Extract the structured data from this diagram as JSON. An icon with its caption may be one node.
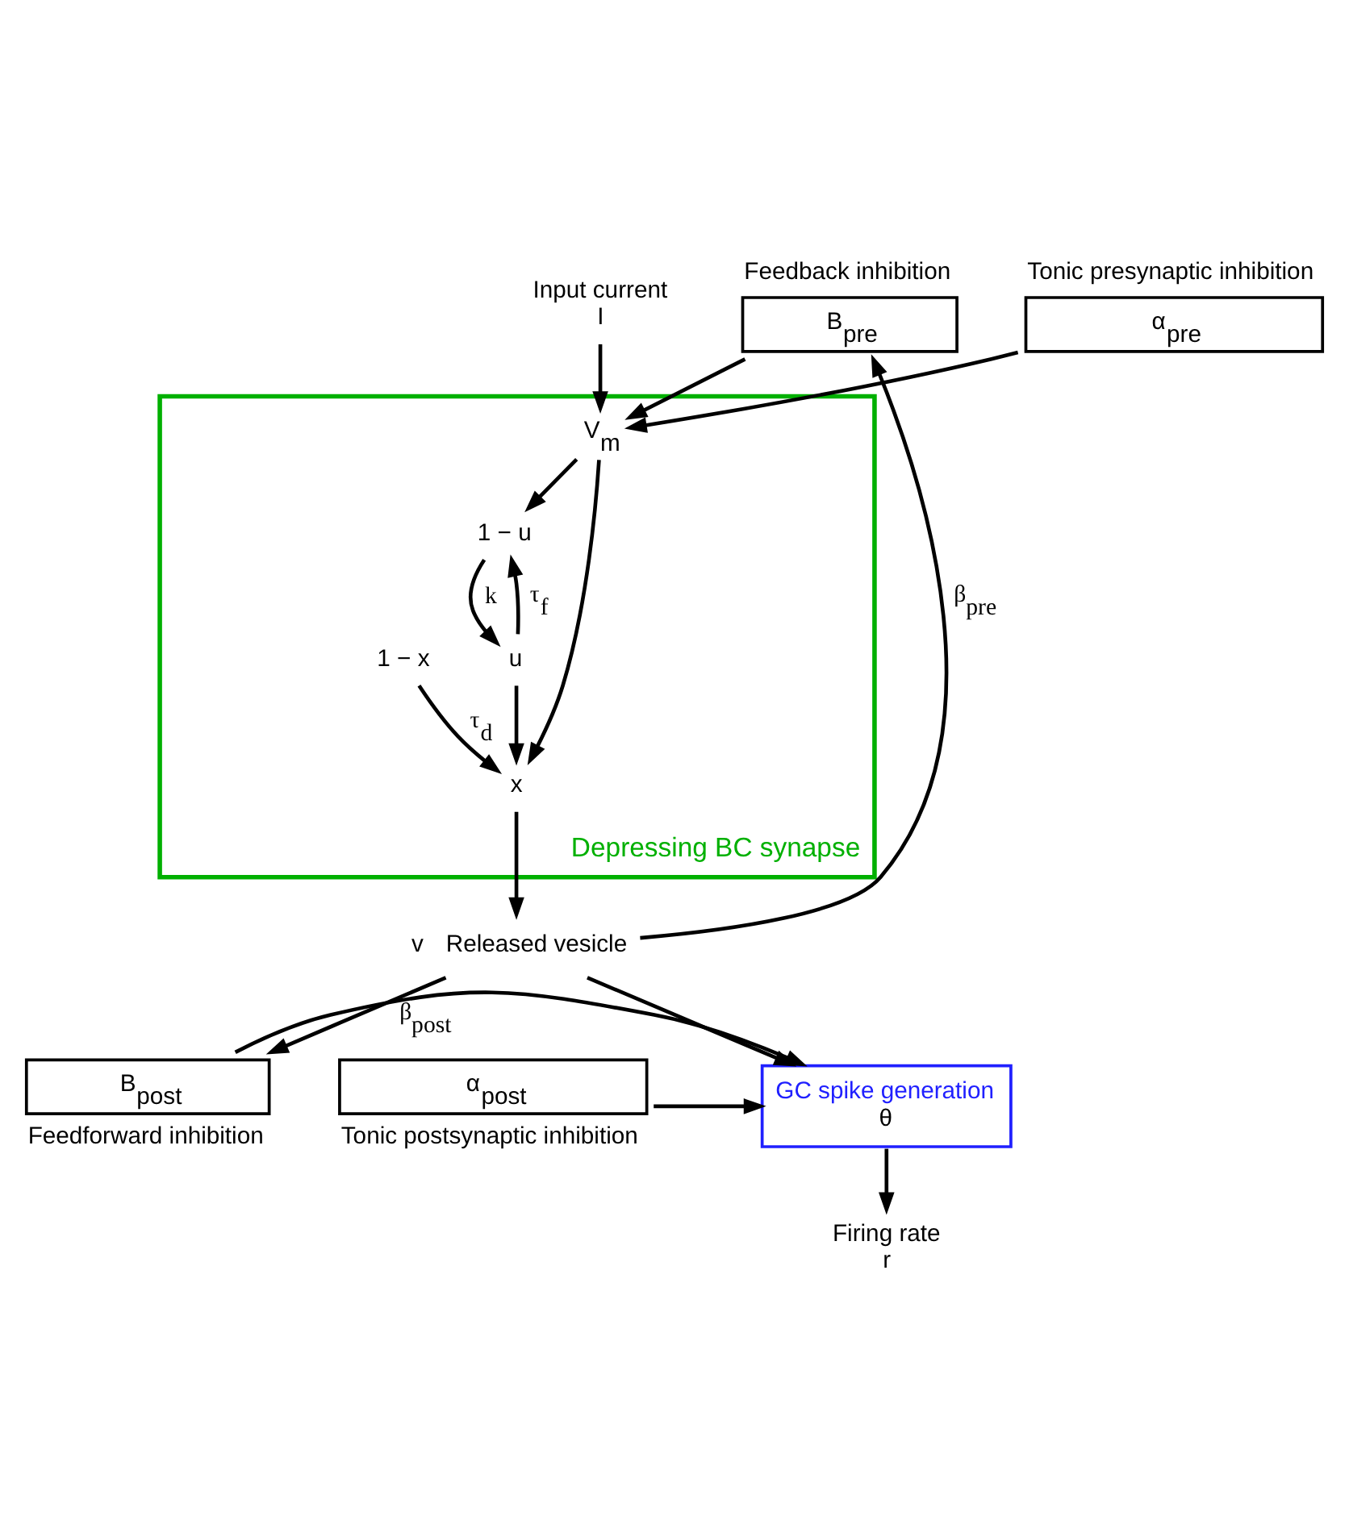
{
  "diagram": {
    "nodes": [
      {
        "text": [
          "Input current",
          "I"
        ]
      },
      {
        "text": [
          "Depressing BC synapse"
        ]
      },
      {
        "text": [
          "V$_{m}$"
        ],
        "in": 1
      },
      {
        "text": [
          "1 − u"
        ],
        "in": 1
      },
      {
        "text": [
          "u"
        ],
        "in": 1
      },
      {
        "text": [
          "1 − x"
        ],
        "in": 1
      },
      {
        "text": [
          "x"
        ],
        "in": 1
      },
      {
        "text": [
          "B$_{pre}$"
        ],
        "beside": [
          "Feedback inhibition"
        ]
      },
      {
        "text": [
          "α$_{pre}$"
        ],
        "beside": [
          "Tonic presynaptic inhibition"
        ]
      },
      {
        "text": [
          "v"
        ],
        "beside": [
          "Released vesicle"
        ]
      },
      {
        "text": [
          "B$_{post}$"
        ],
        "beside": [
          "Feedforward inhibition"
        ]
      },
      {
        "text": [
          "GC spike generation",
          "θ"
        ]
      },
      {
        "text": [
          "α$_{post}$"
        ],
        "beside": [
          "Tonic postsynaptic inhibition"
        ]
      },
      {
        "text": [
          "Firing rate",
          "r"
        ]
      }
    ],
    "edges": [
      {
        "from": 0,
        "to": 2,
        "arrow": "to"
      },
      {
        "from": 7,
        "to": 2,
        "arrow": "to"
      },
      {
        "from": 8,
        "to": 2,
        "arrow": "to"
      },
      {
        "from": 2,
        "to": 3,
        "arrow": "to"
      },
      {
        "from": 2,
        "to": 6,
        "arrow": "to"
      },
      {
        "from": 3,
        "to": 4,
        "arrow": "to",
        "label": "k"
      },
      {
        "from": 4,
        "to": 3,
        "arrow": "to",
        "label": "τ$_{f}$"
      },
      {
        "from": 4,
        "to": 6,
        "arrow": "to"
      },
      {
        "from": 5,
        "to": 6,
        "arrow": "to",
        "label": "τ$_{d}$"
      },
      {
        "from": 6,
        "to": 9,
        "arrow": "to"
      },
      {
        "from": 9,
        "to": 7,
        "arrow": "to",
        "label": "β$_{pre}$"
      },
      {
        "from": 9,
        "to": 10,
        "arrow": "to",
        "label": "β$_{post}$"
      },
      {
        "from": 9,
        "to": 11,
        "arrow": "to"
      },
      {
        "from": 10,
        "to": 11,
        "arrow": "to"
      },
      {
        "from": 12,
        "to": 11,
        "arrow": "to"
      },
      {
        "from": 11,
        "to": 13,
        "arrow": "to"
      }
    ]
  }
}
